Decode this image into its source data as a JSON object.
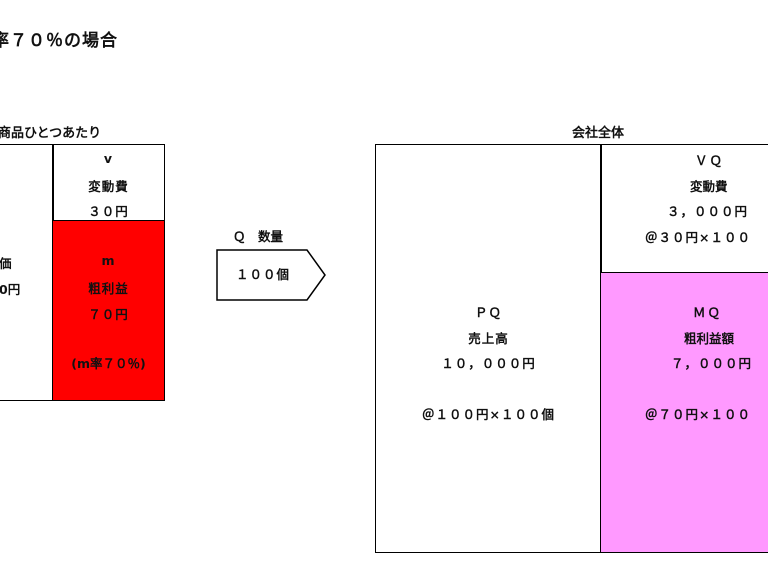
{
  "title": "率７０％の場合",
  "unit_section": {
    "heading": "商品ひとつあたり",
    "price_cell": {
      "line_top": "価",
      "line_bottom": "0円"
    },
    "v_cell": {
      "symbol": "v",
      "label": "変動費",
      "value": "３０円"
    },
    "m_cell": {
      "symbol": "m",
      "label": "粗利益",
      "value": "７０円",
      "ratio": "(m率７０％)",
      "color": "#ff0000"
    }
  },
  "quantity": {
    "label": "Ｑ　数量",
    "value": "１００個"
  },
  "company_section": {
    "heading": "会社全体",
    "pq_cell": {
      "symbol": "ＰＱ",
      "label": "売上高",
      "value": "１０，０００円",
      "formula": "＠１００円×１００個"
    },
    "vq_cell": {
      "symbol": "ＶＱ",
      "label": "変動費",
      "value": "３，０００円",
      "formula": "＠３０円×１００"
    },
    "mq_cell": {
      "symbol": "ＭＱ",
      "label": "粗利益額",
      "value": "７，０００円",
      "formula": "＠７０円×１００",
      "color": "#ff99ff"
    }
  }
}
